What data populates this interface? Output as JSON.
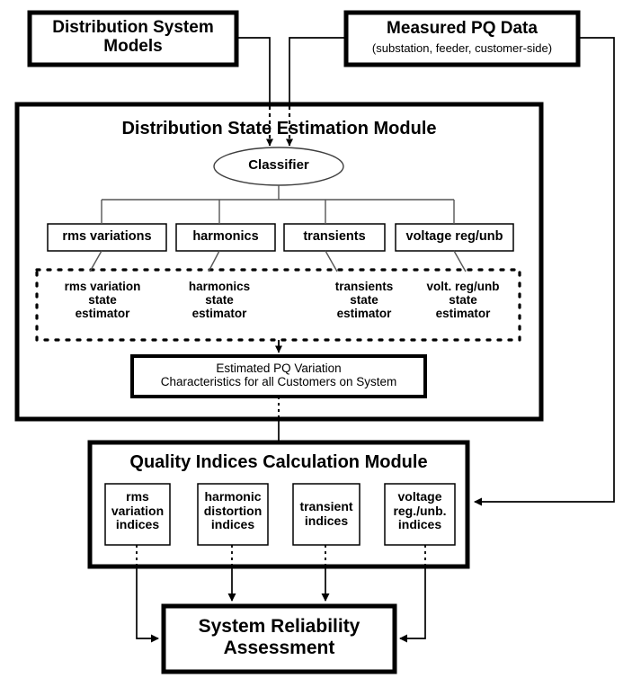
{
  "diagram": {
    "title": "Power Quality State Estimation and Reliability Assessment Flowchart",
    "colors": {
      "stroke": "#000000",
      "fill": "#ffffff",
      "thin_stroke": "#555555"
    },
    "inputs": {
      "distribution_models": {
        "label": "Distribution System\nModels"
      },
      "measured_pq": {
        "label": "Measured PQ Data",
        "note": "(substation, feeder, customer-side)"
      }
    },
    "dse_module": {
      "title": "Distribution State    Estimation Module",
      "classifier": {
        "label": "Classifier"
      },
      "categories": [
        {
          "label": "rms variations"
        },
        {
          "label": "harmonics"
        },
        {
          "label": "transients"
        },
        {
          "label": "voltage reg/unb"
        }
      ],
      "estimators": [
        {
          "label": "rms variation\nstate\nestimator"
        },
        {
          "label": "harmonics\nstate\nestimator"
        },
        {
          "label": "transients\nstate\nestimator"
        },
        {
          "label": "volt. reg/unb\nstate\nestimator"
        }
      ],
      "output_box": {
        "label": "Estimated PQ Variation\nCharacteristics for all Customers on System"
      }
    },
    "quality_module": {
      "title": "Quality Indices Calculation Module",
      "indices": [
        {
          "label": "rms\nvariation\nindices"
        },
        {
          "label": "harmonic\ndistortion\nindices"
        },
        {
          "label": "transient\nindices"
        },
        {
          "label": "voltage\nreg./unb.\nindices"
        }
      ]
    },
    "output": {
      "system_reliability": {
        "label": "System Reliability\nAssessment"
      }
    }
  }
}
